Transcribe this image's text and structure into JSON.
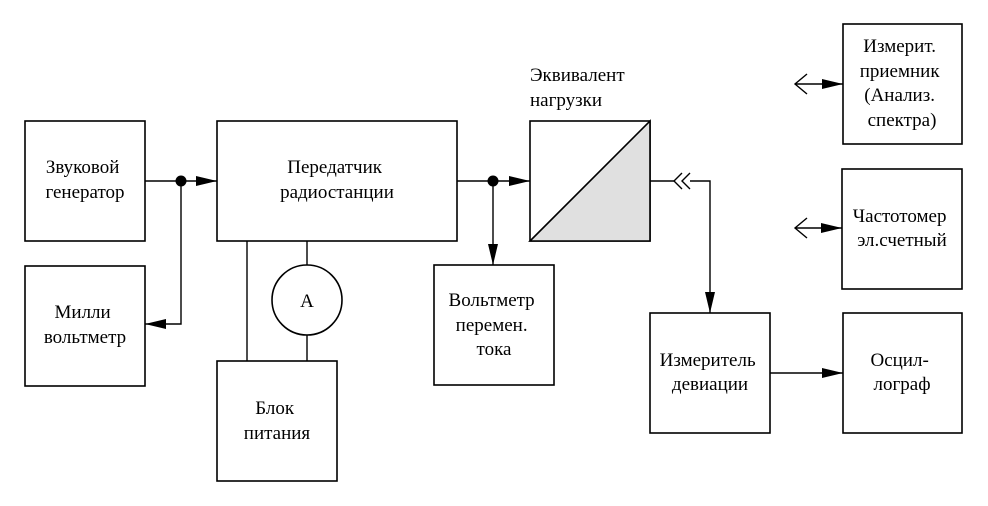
{
  "blocks": {
    "sound_generator": [
      "Звуковой",
      "генератор"
    ],
    "millivoltmeter": [
      "Милли",
      "вольтметр"
    ],
    "transmitter": [
      "Передатчик",
      "радиостанции"
    ],
    "ammeter_label": "A",
    "power_supply": [
      "Блок",
      "питания"
    ],
    "ac_voltmeter": [
      "Вольтметр",
      "перемен.",
      "тока"
    ],
    "load_equivalent": [
      "Эквивалент",
      "нагрузки"
    ],
    "measuring_receiver": [
      "Измерит.",
      "приемник",
      "(Анализ.",
      "спектра)"
    ],
    "frequency_counter": [
      "Частотомер",
      "эл.счетный"
    ],
    "deviation_meter": [
      "Измеритель",
      "девиации"
    ],
    "oscillograph": [
      "Осцил-",
      "лограф"
    ]
  },
  "colors": {
    "line": "#000000",
    "load_fill": "#e0e0e0",
    "caption_text": "#555555"
  }
}
